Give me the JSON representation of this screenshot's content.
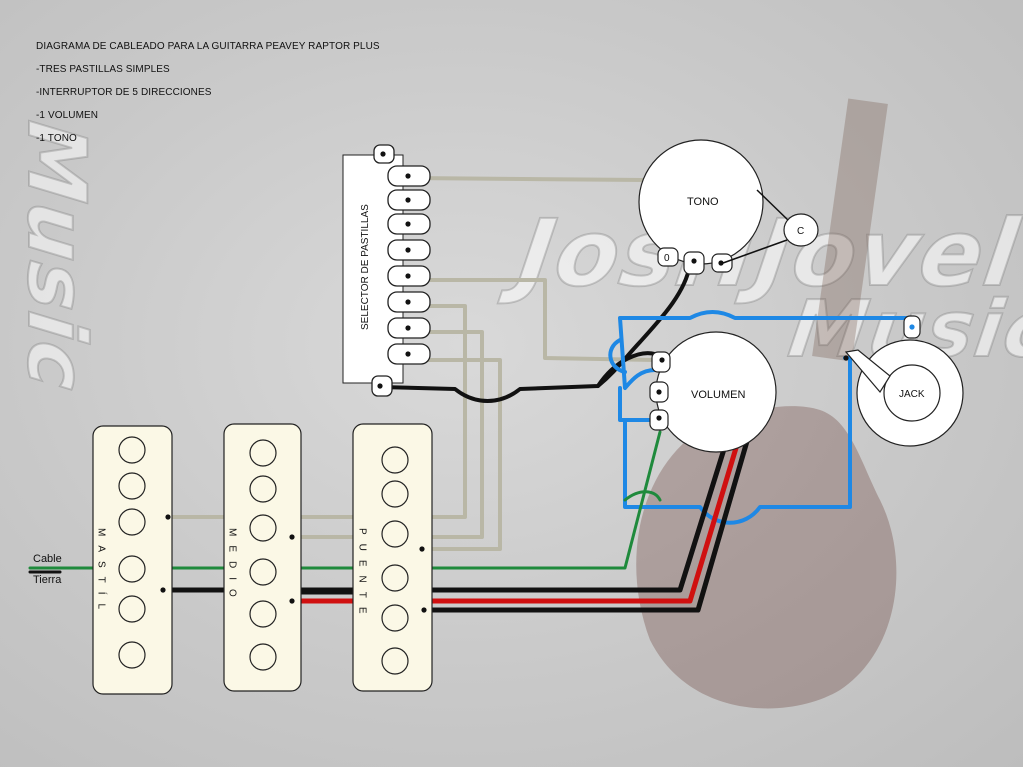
{
  "title_lines": [
    "DIAGRAMA DE CABLEADO PARA LA GUITARRA PEAVEY RAPTOR PLUS",
    "-TRES PASTILLAS SIMPLES",
    "-INTERRUPTOR DE 5 DIRECCIONES",
    "-1 VOLUMEN",
    "-1 TONO"
  ],
  "watermark": {
    "line1": "JosHJovel",
    "line2": "Music",
    "side": "Music"
  },
  "selector": {
    "label": "SELECTOR DE PASTILLAS"
  },
  "pots": {
    "tone_label": "TONO",
    "tone_lug": "0",
    "capacitor_label": "C",
    "volume_label": "VOLUMEN"
  },
  "jack": {
    "label": "JACK"
  },
  "pickups": {
    "neck": "MASTÍL",
    "middle": "MEDIO",
    "bridge": "PUENTE"
  },
  "legend": {
    "cable": "Cable",
    "ground": "Tierra"
  },
  "colors": {
    "hot_wire": "#111111",
    "signal_wire": "#b9b7a6",
    "ground_wire": "#1f8a3c",
    "red_wire": "#d01010",
    "shield_wire": "#1e88e5",
    "component_fill": "#ffffff",
    "pickup_fill": "#fbf8e6"
  }
}
